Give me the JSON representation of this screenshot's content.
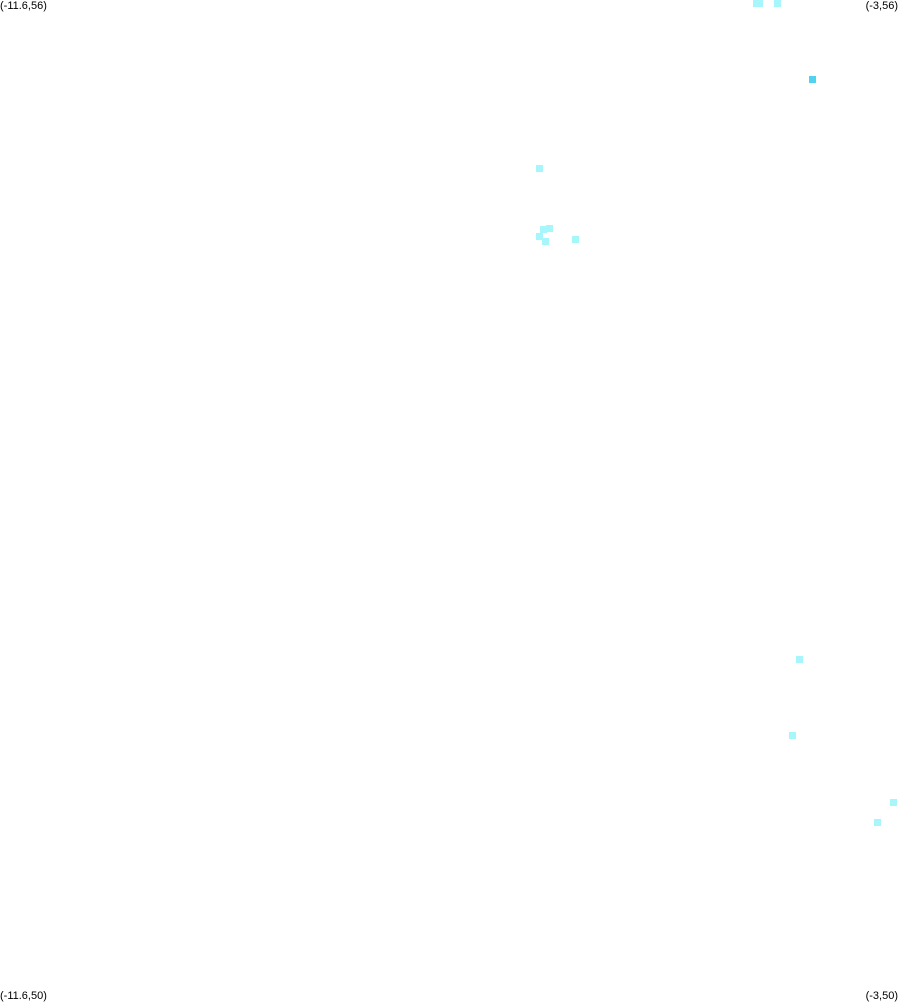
{
  "corners": {
    "top_left": "(-11.6,56)",
    "top_right": "(-3,56)",
    "bottom_left": "(-11.6,50)",
    "bottom_right": "(-3,50)"
  },
  "bounds": {
    "lon_min": -11.6,
    "lon_max": -3,
    "lat_min": 50,
    "lat_max": 56
  },
  "colors": {
    "light": "#a6f6fc",
    "dark": "#4fd3f0",
    "background": "#ffffff"
  },
  "points": [
    {
      "lon": -4.36,
      "lat": 55.98,
      "shade": "light"
    },
    {
      "lon": -4.33,
      "lat": 55.99,
      "shade": "light"
    },
    {
      "lon": -4.16,
      "lat": 55.98,
      "shade": "light"
    },
    {
      "lon": -3.83,
      "lat": 55.52,
      "shade": "dark"
    },
    {
      "lon": -6.44,
      "lat": 54.99,
      "shade": "light"
    },
    {
      "lon": -6.4,
      "lat": 54.62,
      "shade": "light"
    },
    {
      "lon": -6.34,
      "lat": 54.63,
      "shade": "light"
    },
    {
      "lon": -6.44,
      "lat": 54.58,
      "shade": "light"
    },
    {
      "lon": -6.38,
      "lat": 54.55,
      "shade": "light"
    },
    {
      "lon": -6.09,
      "lat": 54.56,
      "shade": "light"
    },
    {
      "lon": -3.95,
      "lat": 52.04,
      "shade": "light"
    },
    {
      "lon": -4.02,
      "lat": 51.58,
      "shade": "light"
    },
    {
      "lon": -3.05,
      "lat": 51.18,
      "shade": "light"
    },
    {
      "lon": -3.21,
      "lat": 51.06,
      "shade": "light"
    }
  ]
}
